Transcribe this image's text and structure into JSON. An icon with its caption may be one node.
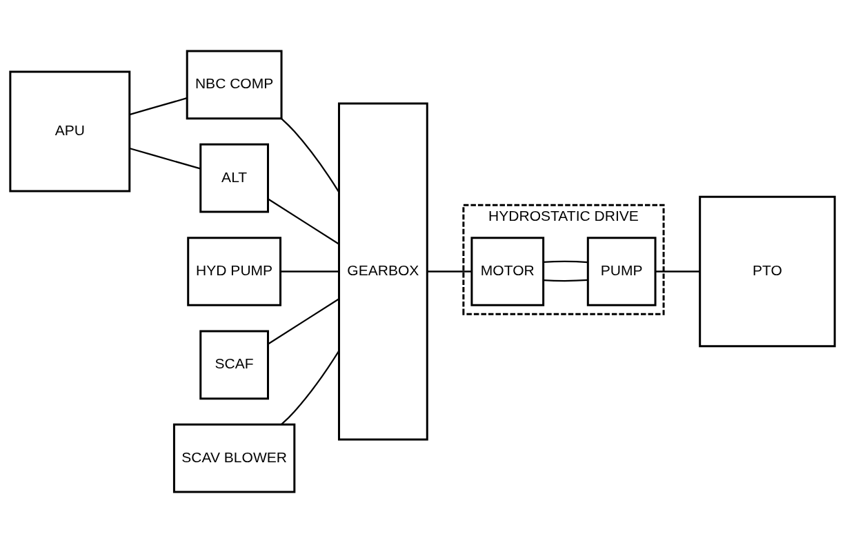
{
  "diagram": {
    "nodes": [
      {
        "text": [
          "APU"
        ]
      },
      {
        "text": [
          "NBC COMP"
        ]
      },
      {
        "text": [
          "ALT"
        ]
      },
      {
        "text": [
          "HYD PUMP"
        ]
      },
      {
        "text": [
          "SCAF"
        ]
      },
      {
        "text": [
          "SCAV BLOWER"
        ]
      },
      {
        "text": [
          "GEARBOX"
        ]
      },
      {
        "text": [
          "HYDROSTATIC DRIVE"
        ]
      },
      {
        "text": [
          "MOTOR"
        ],
        "in": 7
      },
      {
        "text": [
          "PUMP"
        ],
        "in": 7
      },
      {
        "text": [
          "PTO"
        ]
      }
    ],
    "edges": [
      {
        "from": 0,
        "to": 1,
        "arrow": "none"
      },
      {
        "from": 0,
        "to": 2,
        "arrow": "none"
      },
      {
        "from": 1,
        "to": 6,
        "arrow": "none"
      },
      {
        "from": 2,
        "to": 6,
        "arrow": "none"
      },
      {
        "from": 3,
        "to": 6,
        "arrow": "none"
      },
      {
        "from": 4,
        "to": 6,
        "arrow": "none"
      },
      {
        "from": 5,
        "to": 6,
        "arrow": "none"
      },
      {
        "from": 6,
        "to": 8,
        "arrow": "none"
      },
      {
        "from": 8,
        "to": 9,
        "arrow": "none"
      },
      {
        "from": 8,
        "to": 9,
        "arrow": "none"
      },
      {
        "from": 9,
        "to": 10,
        "arrow": "none"
      }
    ]
  }
}
